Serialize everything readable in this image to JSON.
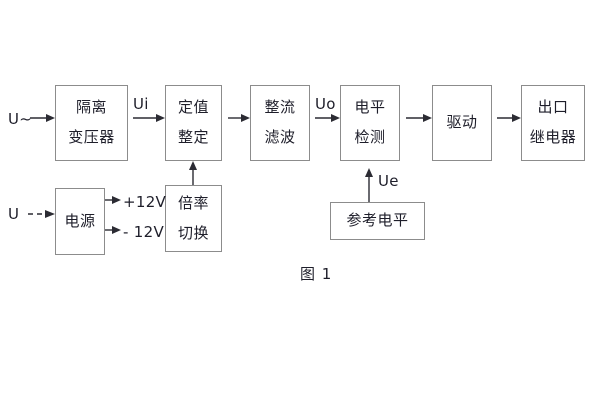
{
  "figure": {
    "caption": "图 1",
    "accent_color": "#1e1e2a",
    "box_border_color": "#8c8c8c",
    "connector_color": "#2b2b33"
  },
  "blocks": [
    {
      "id": "isolation-transformer",
      "lines": [
        "隔离",
        "变压器"
      ]
    },
    {
      "id": "setting-value",
      "lines": [
        "定值",
        "整定"
      ]
    },
    {
      "id": "rectify-filter",
      "lines": [
        "整流",
        "滤波"
      ]
    },
    {
      "id": "level-detection",
      "lines": [
        "电平",
        "检测"
      ]
    },
    {
      "id": "drive",
      "lines": [
        "驱动"
      ]
    },
    {
      "id": "output-relay",
      "lines": [
        "出口",
        "继电器"
      ]
    },
    {
      "id": "power-supply",
      "lines": [
        "电源"
      ]
    },
    {
      "id": "multiplier-switch",
      "lines": [
        "倍率",
        "切换"
      ]
    },
    {
      "id": "reference-level",
      "lines": [
        "参考电平"
      ]
    }
  ],
  "labels": {
    "ac_input": "U~",
    "dc_input": "U",
    "ui": "Ui",
    "uo": "Uo",
    "ue": "Ue",
    "supply_positive": "+12V",
    "supply_negative": "- 12V"
  }
}
